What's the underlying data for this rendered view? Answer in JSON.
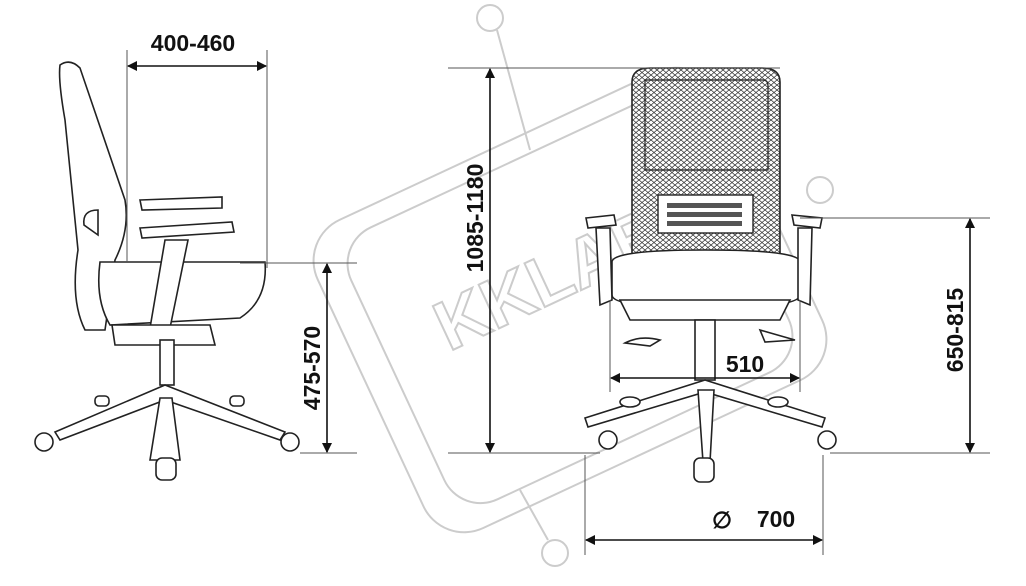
{
  "watermark": "KKLAB",
  "dimensions": {
    "seat_depth": "400-460",
    "seat_height": "475-570",
    "total_height": "1085-1180",
    "armrest_height": "650-815",
    "seat_width": "510",
    "base_diameter_symbol": "∅",
    "base_diameter": "700"
  }
}
